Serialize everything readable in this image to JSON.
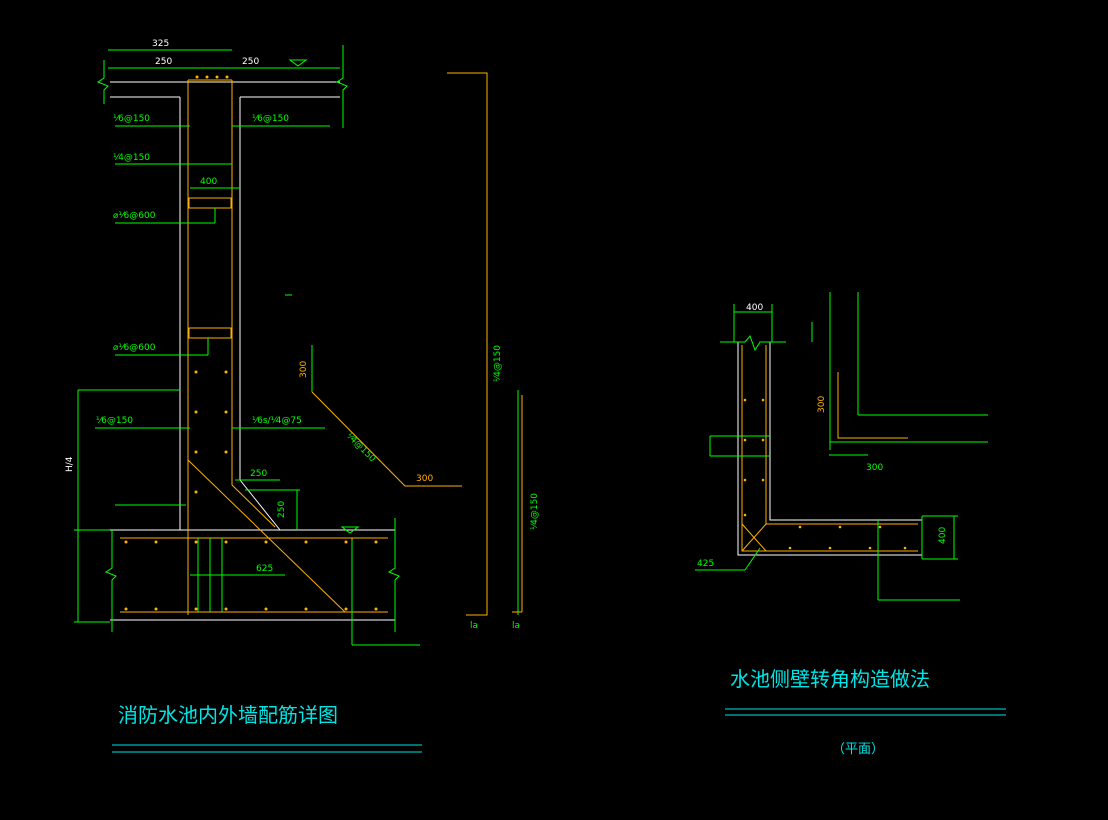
{
  "colors": {
    "background": "#000000",
    "wall": "#ffffff",
    "dim": "#00ff00",
    "rebar": "#ffb000",
    "title": "#00e5e5"
  },
  "left": {
    "dims": {
      "d325": "325",
      "d250a": "250",
      "d250b": "250",
      "d400": "400",
      "d250c": "250",
      "d250d": "250",
      "d625": "625",
      "d300v": "300",
      "d300h": "300"
    },
    "rebar": {
      "r1": "⅟6@150",
      "r2": "⅟6@150",
      "r3": "⅟4@150",
      "r4": "⌀⅟6@600",
      "r5": "⌀⅟6@600",
      "r6": "⅟6@150",
      "r7": "⅟6s/⅟4@75",
      "r8": "⅟4@150",
      "r9": "⅟4@150",
      "r10": "⅟4@150"
    },
    "labels": {
      "hq": "H/4",
      "la1": "la",
      "la2": "la"
    },
    "title": "消防水池内外墙配筋详图"
  },
  "right": {
    "dims": {
      "d400a": "400",
      "d300v": "300",
      "d300h": "300",
      "d400b": "400",
      "d425": "425"
    },
    "title": "水池侧壁转角构造做法",
    "subtitle": "（平面）"
  }
}
